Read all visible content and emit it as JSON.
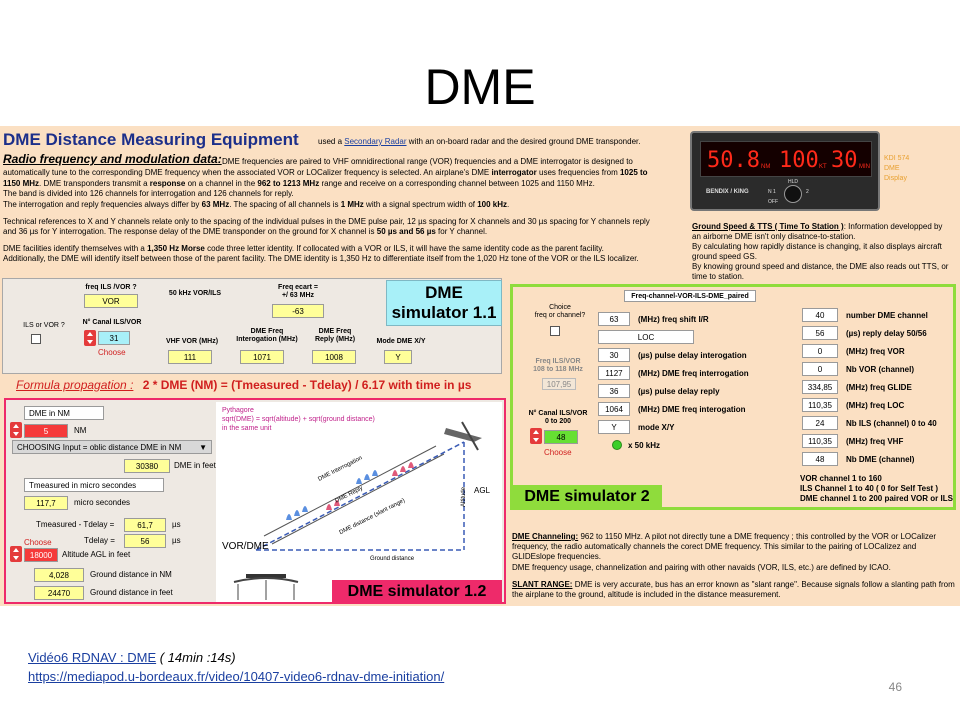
{
  "slide": {
    "title": "DME",
    "page_number": "46",
    "footer_link_text": "Vidéo6 RDNAV : DME",
    "footer_duration": "( 14min :14s)",
    "footer_url": "https://mediapod.u-bordeaux.fr/video/10407-video6-rdnav-dme-initiation/"
  },
  "header": {
    "title": "DME Distance Measuring Equipment",
    "title_sub_a": "used a",
    "title_sub_link": "Secondary Radar",
    "title_sub_b": "with an on-board radar and the desired ground DME transponder.",
    "rf_heading": "Radio frequency and modulation data:",
    "p1_line1": "DME frequencies are paired to VHF omnidirectional range (VOR) frequencies and a DME interrogator is designed to",
    "p1_line2a": "automatically tune to the corresponding DME frequency when the associated VOR or LOCalizer frequency is selected.  An airplane's DME",
    "p1_line2b": "interrogator",
    "p1_line2c": "uses frequencies from",
    "p1_line2d": "1025 to",
    "p1_line3a": "1150 MHz",
    "p1_line3b": ". DME transponders transmit a",
    "p1_line3c": "response",
    "p1_line3d": "on a channel in the",
    "p1_line3e": "962 to 1213 MHz",
    "p1_line3f": "range and receive on a corresponding channel between 1025 and 1150 MHz.",
    "p1_line4": "The band is divided into 126 channels for interrogation and 126 channels for reply.",
    "p1_line5a": "The interrogation and reply frequencies always differ by",
    "p1_line5b": "63 MHz",
    "p1_line5c": ". The spacing of all channels is",
    "p1_line5d": "1 MHz",
    "p1_line5e": "with a signal spectrum width of",
    "p1_line5f": "100 kHz",
    "p2_line1": "Technical references to X and Y channels relate only to the spacing of the individual pulses in the DME pulse pair, 12 µs spacing for X channels and 30 µs spacing for Y channels reply",
    "p2_line2a": "and 36 µs for Y interrogation. The response delay of the DME transponder on the ground for X channel is",
    "p2_line2b": "50 µs and 56 µs",
    "p2_line2c": "for Y channel.",
    "p3_line1a": "DME facilities identify themselves with a",
    "p3_line1b": "1,350 Hz Morse",
    "p3_line1c": "code three letter identity. If collocated with a VOR or ILS, it will have the same identity code as the parent facility.",
    "p3_line2": "Additionally, the DME will identify itself between those of the parent facility. The DME identity is 1,350 Hz to differentiate itself from the 1,020 Hz tone of the VOR or the ILS localizer."
  },
  "kdi": {
    "display_digits_1": "50.8",
    "display_unit_1": "NM",
    "display_digits_2": "100",
    "display_unit_2": "KT",
    "display_digits_3": "30",
    "display_unit_3": "MIN",
    "brand": "BENDIX / KING",
    "knob_hld": "HLD",
    "knob_n1": "N 1",
    "knob_n2": "2",
    "knob_off": "OFF",
    "caption_1": "KDI 574",
    "caption_2": "DME",
    "caption_3": "Display"
  },
  "ground_speed": {
    "heading": "Ground Speed & TTS ( Time To Station )",
    "line1": ": Information developped by",
    "line2": "an airborne DME isn't only disatnce-to-station.",
    "line3": "By calculating how rapidly distance is changing, it also displays aircraft",
    "line4": "ground speed GS.",
    "line5": "By knowing ground speed and distance, the DME also reads out TTS, or",
    "line6": "time to station."
  },
  "sim11": {
    "title_line1": "DME",
    "title_line2": "simulator 1.1",
    "freq_ils_vor_label": "freq ILS /VOR ?",
    "freq_ils_vor_value": "VOR",
    "ils_or_vor_label": "ILS or VOR ?",
    "canal_label": "N° Canal ILS/VOR",
    "canal_value": "31",
    "choose_label": "Choose",
    "khz_label": "50 kHz VOR/ILS",
    "freq_ecart_label_1": "Freq ecart =",
    "freq_ecart_label_2": "+/ 63 MHz",
    "freq_ecart_value": "-63",
    "vhf_vor_label": "VHF VOR (MHz)",
    "vhf_vor_value": "111",
    "dme_interr_label_1": "DME Freq",
    "dme_interr_label_2": "Interogation (MHz)",
    "dme_interr_value": "1071",
    "dme_reply_label_1": "DME Freq",
    "dme_reply_label_2": "Reply (MHz)",
    "dme_reply_value": "1008",
    "mode_label": "Mode DME X/Y",
    "mode_value": "Y",
    "formula_prefix": "Formula propagation :",
    "formula": "2 * DME (NM) = (Tmeasured - Tdelay) / 6.17 with time in µs"
  },
  "sim12": {
    "title": "DME  simulator 1.2",
    "dme_nm_label": "DME in NM",
    "dme_nm_value": "5",
    "nm_unit": "NM",
    "choosing_select": "CHOOSING Input = oblic distance DME in NM",
    "dme_feet_value": "30380",
    "dme_feet_label": "DME in feet",
    "tmeasured_label": "Tmeasured in micro secondes",
    "tmeasured_value": "117,7",
    "tmeasured_unit": "micro secondes",
    "tdiff_label": "Tmeasured - Tdelay =",
    "tdiff_value": "61,7",
    "tdiff_unit": "µs",
    "tdelay_label": "Tdelay =",
    "tdelay_value": "56",
    "tdelay_unit": "µs",
    "choose_label": "Choose",
    "agl_value": "18000",
    "agl_label": "Altitude AGL in feet",
    "gd_nm_value": "4,028",
    "gd_nm_label": "Ground distance in NM",
    "gd_ft_value": "24470",
    "gd_ft_label": "Ground distance in feet"
  },
  "diagram": {
    "pythagore_1": "Pythagore",
    "pythagore_2": "sqrt(DME) = sqrt(altitude) + sqrt(ground distance)",
    "pythagore_3": "in the same unit",
    "interrogation": "DME Interrogation",
    "reply": "DME Reply",
    "slant": "DME distance (slant range)",
    "altitude": "Altitude",
    "agl": "AGL",
    "ground": "Ground distance",
    "vor_dme": "VOR/DME"
  },
  "sim2": {
    "title": "DME  simulator 2",
    "header": "Freq-channel-VOR-ILS-DME_paired",
    "choice_label_1": "Choice",
    "choice_label_2": "freq or channel?",
    "freq_ils_vor_label_1": "Freq ILS/VOR",
    "freq_ils_vor_label_2": "108 to 118 MHz",
    "freq_ils_vor_value": "107,95",
    "canal_label_1": "N° Canal ILS/VOR",
    "canal_label_2": "0 to 200",
    "canal_value": "48",
    "choose_label": "Choose",
    "left_rows": [
      {
        "value": "63",
        "label": "(MHz) freq shift I/R"
      },
      {
        "value": "LOC",
        "label": ""
      },
      {
        "value": "30",
        "label": "(µs) pulse delay interogation"
      },
      {
        "value": "1127",
        "label": "(MHz) DME freq interrogation"
      },
      {
        "value": "36",
        "label": "(µs) pulse delay reply"
      },
      {
        "value": "1064",
        "label": "(MHz) DME freq interogation"
      },
      {
        "value": "Y",
        "label": "mode X/Y"
      },
      {
        "value": "",
        "label": "x 50 kHz"
      }
    ],
    "right_rows": [
      {
        "value": "40",
        "label": "number DME channel"
      },
      {
        "value": "56",
        "label": "(µs) reply delay 50/56"
      },
      {
        "value": "0",
        "label": "(MHz) freq VOR"
      },
      {
        "value": "0",
        "label": "Nb VOR (channel)"
      },
      {
        "value": "334,85",
        "label": "(MHz) freq GLIDE"
      },
      {
        "value": "110,35",
        "label": "(MHz) freq LOC"
      },
      {
        "value": "24",
        "label": "Nb ILS (channel) 0 to 40"
      },
      {
        "value": "110,35",
        "label": "(MHz) freq VHF"
      },
      {
        "value": "48",
        "label": "Nb DME (channel)"
      }
    ],
    "note_1": "VOR channel 1 to 160",
    "note_2": "ILS Channel 1 to 40 ( 0 for Self Test )",
    "note_3": "DME channel 1 to 200 paired VOR or ILS"
  },
  "bottom_right": {
    "chan_heading": "DME Channeling:",
    "chan_line1": "962 to 1150 MHz. A pilot not directly tune a DME frequency ; this controlled by the VOR or LOCalizer",
    "chan_line2": "frequency,  the radio automatically channels the corect DME frequency. This similar to the pairing of LOCalizez and",
    "chan_line3": "GLIDEslope frequencies.",
    "chan_line4": "DME frequency usage, channelization and pairing with other navaids (VOR, ILS, etc.) are defined by ICAO.",
    "slant_heading": "SLANT RANGE:",
    "slant_line1": "DME is very accurate, bus has an error known as \"slant range\". Because signals follow a slanting path from",
    "slant_line2": "the airplane to the ground, altitude is included in the distance measurement."
  },
  "colors": {
    "panel_bg": "#fbe0c3",
    "title_blue": "#1c2f8a",
    "sim2_border": "#8fdc3c",
    "sim12_border": "#ee2a6a",
    "cyan": "#a8f0f8",
    "yellow": "#ffff99"
  }
}
